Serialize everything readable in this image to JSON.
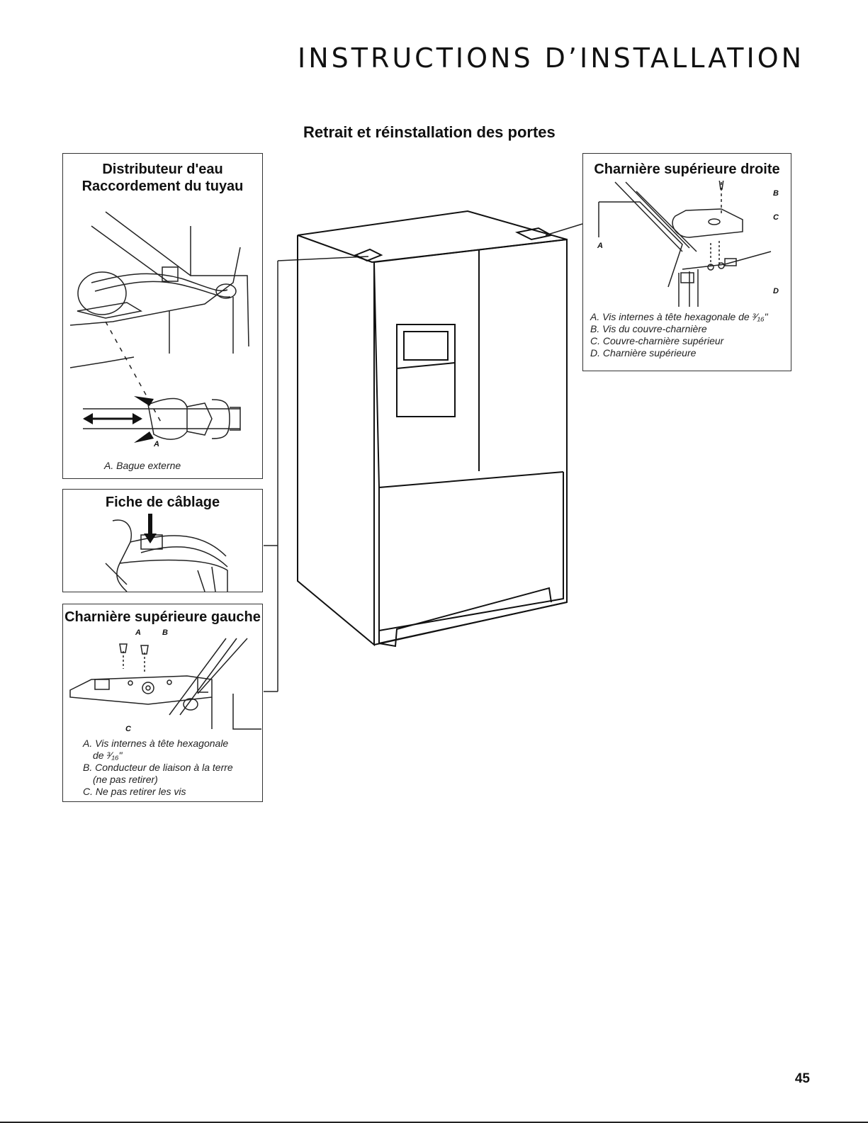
{
  "header": {
    "title": "INSTRUCTIONS D’INSTALLATION"
  },
  "section": {
    "title": "Retrait et réinstallation des portes"
  },
  "panels": {
    "water": {
      "title_line1": "Distributeur d'eau",
      "title_line2": "Raccordement du tuyau",
      "label_a": "A",
      "caption_a": "A. Bague externe"
    },
    "wiring": {
      "title": "Fiche de câblage"
    },
    "left_hinge": {
      "title": "Charnière supérieure gauche",
      "label_a": "A",
      "label_b": "B",
      "label_c": "C",
      "caption_a1": "A. Vis internes à tête hexagonale",
      "caption_a2": "de ³⁄₁₆\"",
      "caption_b1": "B. Conducteur de liaison à la terre",
      "caption_b2": "(ne pas retirer)",
      "caption_c": "C. Ne pas retirer les vis"
    },
    "right_hinge": {
      "title": "Charnière supérieure droite",
      "label_a": "A",
      "label_b": "B",
      "label_c": "C",
      "label_d": "D",
      "caption_a": "A. Vis internes à tête hexagonale de ³⁄₁₆\"",
      "caption_b": "B. Vis du couvre-charnière",
      "caption_c": "C. Couvre-charnière supérieur",
      "caption_d": "D. Charnière supérieure"
    }
  },
  "footer": {
    "page_number": "45"
  }
}
